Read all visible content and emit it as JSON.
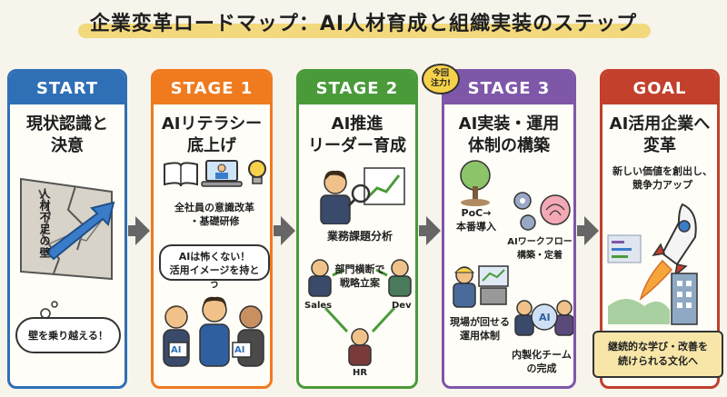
{
  "title": "企業変革ロードマップ：AI人材育成と組織実装のステップ",
  "stages": [
    {
      "header": "START",
      "title": "現状認識と\n決意",
      "wall_label": "人材不足の壁",
      "bubble": "壁を乗り越える！",
      "color": "#2f6fb6"
    },
    {
      "header": "STAGE 1",
      "title": "AIリテラシー\n底上げ",
      "caption": "全社員の意識改革\n・基礎研修",
      "bubble": "AIは怖くない！\n活用イメージを持とう",
      "badges": [
        "AI",
        "AI"
      ],
      "color": "#f07a1e"
    },
    {
      "header": "STAGE 2",
      "title": "AI推進\nリーダー育成",
      "caption": "業務課題分析",
      "center_label": "部門横断で\n戦略立案",
      "roles": [
        "Sales",
        "Dev",
        "HR"
      ],
      "color": "#4a9a3a"
    },
    {
      "header": "STAGE 3",
      "title": "AI実装・運用\n体制の構築",
      "badge": "今回\n注力!",
      "poc": "PoC→\n本番導入",
      "workflow": "AIワークフロー\n構築・定着",
      "field": "現場が回せる\n運用体制",
      "inhouse": "内製化チーム\nの完成",
      "chip": "AI",
      "color": "#7e57a8"
    },
    {
      "header": "GOAL",
      "title": "AI活用企業へ\n変革",
      "caption": "新しい価値を創出し、\n競争力アップ",
      "banner": "継続的な学び・改善を\n続けられる文化へ",
      "color": "#c2402c"
    }
  ],
  "colors": {
    "start": "#2f6fb6",
    "stage1": "#f07a1e",
    "stage2": "#4a9a3a",
    "stage3": "#7e57a8",
    "goal": "#c2402c",
    "title_highlight": "#f2d36a"
  }
}
